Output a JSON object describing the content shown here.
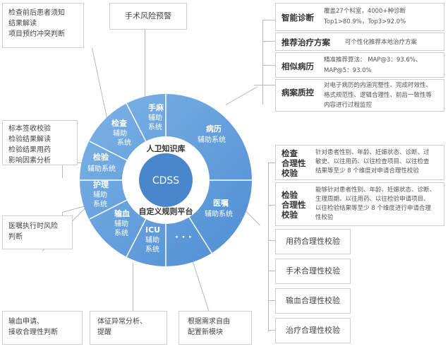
{
  "left_boxes": {
    "box1": [
      "检查前后患者须知",
      "结果解读",
      "项目预约冲突判断"
    ],
    "box2": [
      "标本签收校验",
      "检验结果解读",
      "检验结果用药",
      "影响因素分析"
    ],
    "box3": [
      "医嘱执行时风险",
      "判断"
    ]
  },
  "top_box": "手术风险预警",
  "bottom_boxes": {
    "b1": [
      "输血申请、",
      "接收合理性判断"
    ],
    "b2": [
      "体征异常分析、",
      "提醒"
    ],
    "b3": [
      "根据需求自由",
      "配置新模块"
    ]
  },
  "right_panel": {
    "diag_title": "智能诊断",
    "diag_desc": [
      "覆盖27个科室，4000+种诊断",
      "Top1>80.9%，Top3>92.0%"
    ],
    "treat_title": "推荐治疗方案",
    "treat_desc": "可个性化推荐本地治疗方案",
    "similar_title": "相似病历",
    "similar_desc": [
      "精准推荐算法： MAP@3：93.6%、",
      "MAP@5：93.0%"
    ],
    "qc_title": "病案质控",
    "qc_desc": [
      "对电子病历的内涵完整性、完成时效性、",
      "格式规范性、逻辑合理性、前后一致性等",
      "内容进行过程监控"
    ],
    "check_title": [
      "检查",
      "合理性",
      "校验"
    ],
    "check_desc": [
      "针对患者性别、年龄、妊娠状态、诊断、过",
      "敏史、以往用药、以往检查项目、以往检查",
      "结果等至少 8 个维度对申请合理性校验"
    ],
    "test_title": [
      "检验",
      "合理性",
      "校验"
    ],
    "test_desc": [
      "能够针对患者性别、年龄、妊娠状态、诊断、",
      "生理周期、以往用药、以往检验申请项目、",
      "以往检验结果等至少 8 个维度进行申请合理",
      "性校验"
    ],
    "drug": "用药合理性校验",
    "surgery": "手术合理性校验",
    "transfusion": "输血合理性校验",
    "treatment": "治疗合理性校验"
  },
  "wheel": {
    "center": "CDSS",
    "ring_top": "人卫知识库",
    "ring_bottom": "自定义规则平台",
    "segments": {
      "shouma": [
        "手麻",
        "辅助",
        "系统"
      ],
      "jiancha": [
        "检查",
        "辅助",
        "系统"
      ],
      "jianyan": [
        "检验",
        "辅助系统"
      ],
      "huli": [
        "护理",
        "辅助",
        "系统"
      ],
      "shuxue": [
        "输血",
        "辅助",
        "系统"
      ],
      "icu": [
        "ICU",
        "辅助",
        "系统"
      ],
      "dots": "· · ·",
      "yizhu": [
        "医嘱",
        "辅助系统"
      ],
      "bingli": [
        "病历",
        "辅助系统"
      ]
    }
  },
  "colors": {
    "wheel_main": "#5f9bd8",
    "wheel_light": "#6aa6df",
    "ring": "#ffffff",
    "inner": "#4a86cc",
    "line": "#b9b9b9"
  }
}
